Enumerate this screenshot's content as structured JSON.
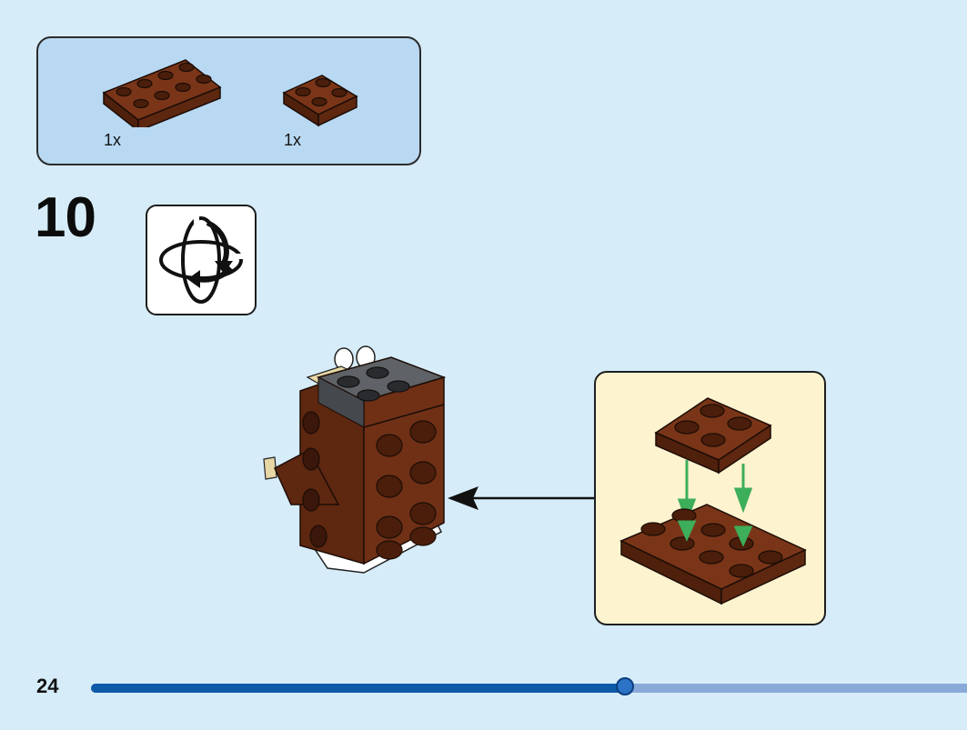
{
  "parts_list": {
    "items": [
      {
        "name": "brown-plate-2x4",
        "quantity": "1x"
      },
      {
        "name": "brown-plate-2x2",
        "quantity": "1x"
      }
    ]
  },
  "step": {
    "number": "10",
    "rotate_icon": "rotate-model-icon"
  },
  "page": {
    "number": "24",
    "progress": 0.61
  },
  "colors": {
    "background": "#d6ecf9",
    "parts_box": "#b9d9f3",
    "callout": "#fdf3cf",
    "brick_brown": "#6b2d14",
    "brick_grey": "#5f6266",
    "guide_arrow": "#3dae5a",
    "progress_done": "#0d5aa8",
    "progress_remaining": "#89a9d9"
  }
}
